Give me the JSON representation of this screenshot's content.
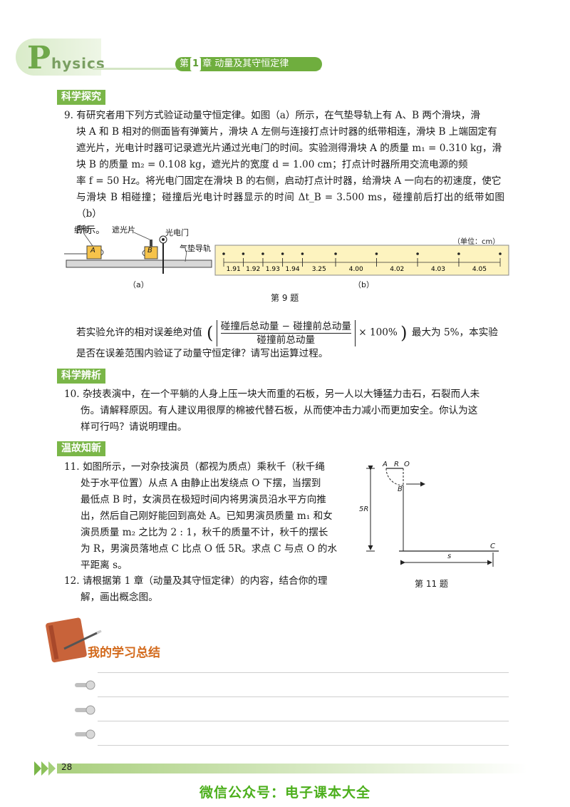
{
  "header": {
    "logo_letter": "P",
    "logo_word": "hysics",
    "chapter_prefix": "第",
    "chapter_number": "1",
    "chapter_suffix": "章  动量及其守恒定律",
    "accent_color": "#7ab648"
  },
  "sections": {
    "explore": "科学探究",
    "discern": "科学辨析",
    "review": "温故知新"
  },
  "q9": {
    "lines": [
      "9. 有研究者用下列方式验证动量守恒定律。如图（a）所示，在气垫导轨上有 A、B 两个滑块，滑",
      "块 A 和 B 相对的侧面皆有弹簧片，滑块 A 左侧与连接打点计时器的纸带相连，滑块 B 上端固定有",
      "遮光片，光电计时器可记录遮光片通过光电门的时间。实验测得滑块 A 的质量 m₁ = 0.310 kg，滑",
      "块 B 的质量 m₂ = 0.108 kg，遮光片的宽度 d = 1.00 cm；打点计时器所用交流电源的频",
      "率 f = 50 Hz。将光电门固定在滑块 B 的右侧，启动打点计时器，给滑块 A 一向右的初速度，使它",
      "与滑块 B 相碰撞；碰撞后光电计时器显示的时间 Δt_B = 3.500 ms，碰撞前后打出的纸带如图（b）",
      "所示。"
    ],
    "fig_a": {
      "paper_tape": "纸带",
      "shade": "遮光片",
      "photogate": "光电门",
      "air_track": "气垫导轨",
      "block_a": "A",
      "block_b": "B",
      "caption": "（a）"
    },
    "fig_b": {
      "unit": "（单位：cm）",
      "segments": [
        "1.91",
        "1.92",
        "1.93",
        "1.94",
        "3.25",
        "4.00",
        "4.02",
        "4.03",
        "4.05"
      ],
      "caption": "（b）"
    },
    "figure_title": "第 9 题",
    "formula_intro": "若实验允许的相对误差绝对值",
    "formula_numerator": "碰撞后总动量 − 碰撞前总动量",
    "formula_denominator": "碰撞前总动量",
    "formula_times": "× 100%",
    "formula_tail": "最大为 5%，本实验",
    "last_line": "是否在误差范围内验证了动量守恒定律？请写出运算过程。"
  },
  "q10": {
    "lines": [
      "10. 杂技表演中，在一个平躺的人身上压一块大而重的石板，另一人以大锤猛力击石，石裂而人未",
      "伤。请解释原因。有人建议用很厚的棉被代替石板，从而使冲击力减小而更加安全。你认为这",
      "样可行吗？请说明理由。"
    ]
  },
  "q11": {
    "lines": [
      "11. 如图所示，一对杂技演员（都视为质点）乘秋千（秋千绳",
      "处于水平位置）从点 A 由静止出发绕点 O 下摆，当摆到",
      "最低点 B 时，女演员在极短时间内将男演员沿水平方向推",
      "出，然后自己刚好能回到高处 A。已知男演员质量 m₁ 和女",
      "演员质量 m₂ 之比为 2 : 1，秋千的质量不计，秋千的摆长",
      "为 R，男演员落地点 C 比点 O 低 5R。求点 C 与点 O 的水",
      "平距离 s。"
    ],
    "fig": {
      "A": "A",
      "R": "R",
      "O": "O",
      "B": "B",
      "five_r": "5R",
      "s": "s",
      "C": "C",
      "caption": "第 11 题"
    }
  },
  "q12": {
    "lines": [
      "12. 请根据第 1 章（动量及其守恒定律）的内容，结合你的理",
      "解，画出概念图。"
    ]
  },
  "summary": {
    "title": "我的学习总结"
  },
  "footer": {
    "page_number": "28",
    "wechat": "微信公众号：电子课本大全"
  }
}
